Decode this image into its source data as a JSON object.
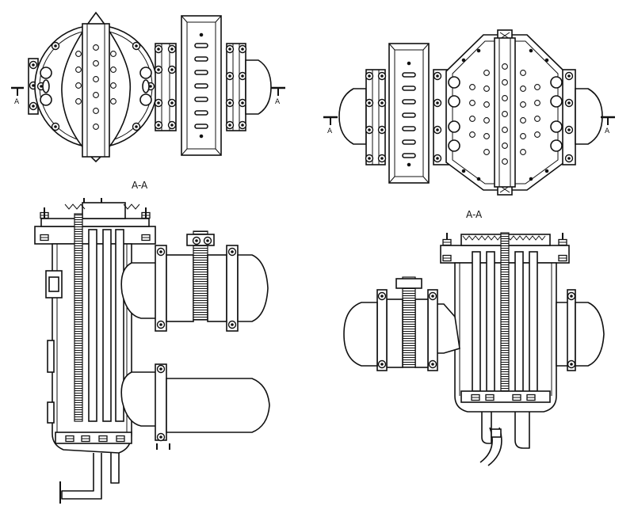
{
  "labels": {
    "section_left": "A-A",
    "section_right": "A-A",
    "cut_marker": "A"
  }
}
